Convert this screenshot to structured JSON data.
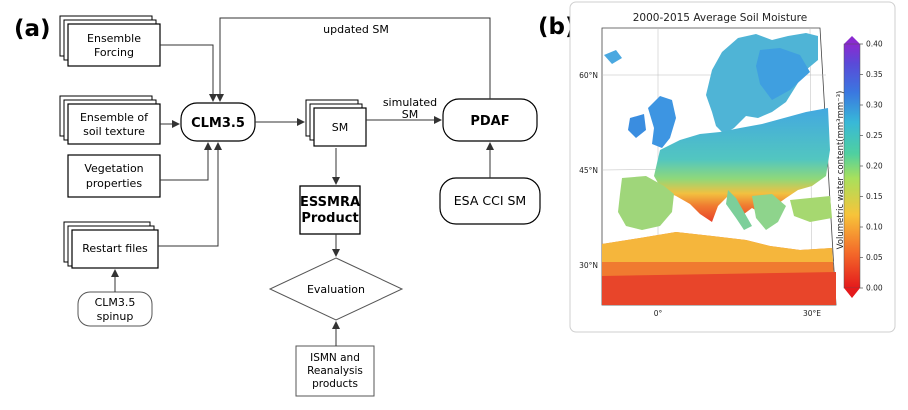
{
  "panel_a": {
    "label": "(a)",
    "ensemble_forcing": [
      "Ensemble",
      "Forcing"
    ],
    "ensemble_soil": [
      "Ensemble of",
      "soil texture"
    ],
    "vegetation": [
      "Vegetation",
      "properties"
    ],
    "restart": "Restart files",
    "spinup": [
      "CLM3.5",
      "spinup"
    ],
    "clm": "CLM3.5",
    "sm": "SM",
    "pdaf": "PDAF",
    "essmra": [
      "ESSMRA",
      "Product"
    ],
    "evaluation": "Evaluation",
    "esa": "ESA CCI SM",
    "ismn": [
      "ISMN and",
      "Reanalysis",
      "products"
    ],
    "updated_sm": "updated SM",
    "simulated_sm": [
      "simulated",
      "SM"
    ]
  },
  "panel_b": {
    "label": "(b)",
    "title": "2000-2015 Average Soil Moisture",
    "lat_ticks": [
      "60°N",
      "45°N",
      "30°N"
    ],
    "lon_ticks": [
      "0°",
      "30°E"
    ],
    "colorbar_label": "Volumetric water content(mm³mm⁻³)",
    "colorbar_ticks": [
      "0.40",
      "0.35",
      "0.30",
      "0.25",
      "0.20",
      "0.15",
      "0.10",
      "0.05",
      "0.00"
    ],
    "colors": {
      "land_wet": "#3a8fd8",
      "land_mid": "#4fc7c7",
      "land_dry": "#f0b030",
      "land_very_dry": "#e8452a",
      "sea": "#ffffff"
    }
  }
}
